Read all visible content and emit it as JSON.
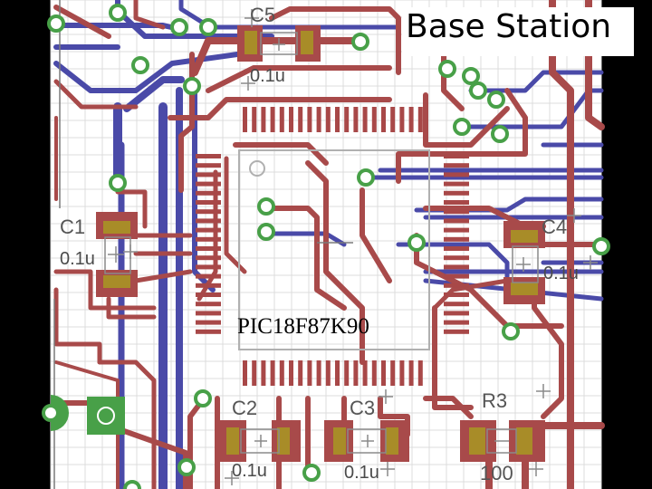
{
  "title": "Base Station",
  "chip_label": "PIC18F87K90",
  "components": {
    "c5": {
      "ref": "C5",
      "value": "0.1u"
    },
    "c1": {
      "ref": "C1",
      "value": "0.1u"
    },
    "c4": {
      "ref": "C4",
      "value": "0.1u"
    },
    "c2": {
      "ref": "C2",
      "value": "0.1u"
    },
    "c3": {
      "ref": "C3",
      "value": "0.1u"
    },
    "r3": {
      "ref": "R3",
      "value": "100"
    }
  },
  "colors": {
    "background": "#ffffff",
    "grid": "#dcdcdc",
    "top_trace": "#a84848",
    "bottom_trace": "#4848a8",
    "via_ring": "#48a048",
    "pad": "#a88c28",
    "silkscreen": "#9a9a9a",
    "ground_pad": "#48a048"
  }
}
